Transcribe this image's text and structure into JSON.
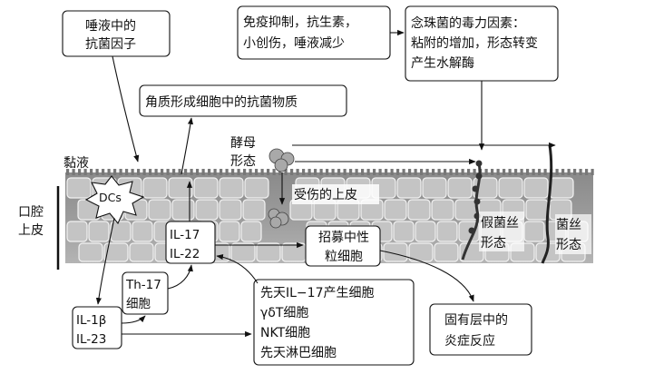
{
  "boxes": {
    "salivary_factors": [
      "唾液中的",
      "抗菌因子"
    ],
    "immune_factors": [
      "免疫抑制，抗生素，",
      "小创伤，唾液减少"
    ],
    "virulence_factors": [
      "念珠菌的毒力因素：",
      "粘附的增加，形态转变",
      "产生水解酶"
    ],
    "keratinocyte_antimicrobials": [
      "角质形成细胞中的抗菌物质"
    ],
    "il17_il22": [
      "IL-17",
      "IL-22"
    ],
    "neutrophil_recruitment": [
      "招募中性",
      "粒细胞"
    ],
    "th17": [
      "Th-17",
      "细胞"
    ],
    "il1b_il23": [
      "IL-1β",
      "IL-23"
    ],
    "innate_cells": [
      "先天IL−17产生细胞",
      "γδT细胞",
      "NKT细胞",
      "先天淋巴细胞"
    ],
    "lamina_propria_inflammation": [
      "固有层中的",
      "炎症反应"
    ]
  },
  "labels": {
    "mucus": "黏液",
    "oral_epithelium": [
      "口腔",
      "上皮"
    ],
    "dcs": "DCs",
    "yeast_form": [
      "酵母",
      "形态"
    ],
    "damaged_epithelium": "受伤的上皮",
    "pseudohyphae_form": [
      "假菌丝",
      "形态"
    ],
    "hyphae_form": [
      "菌丝",
      "形态"
    ]
  }
}
